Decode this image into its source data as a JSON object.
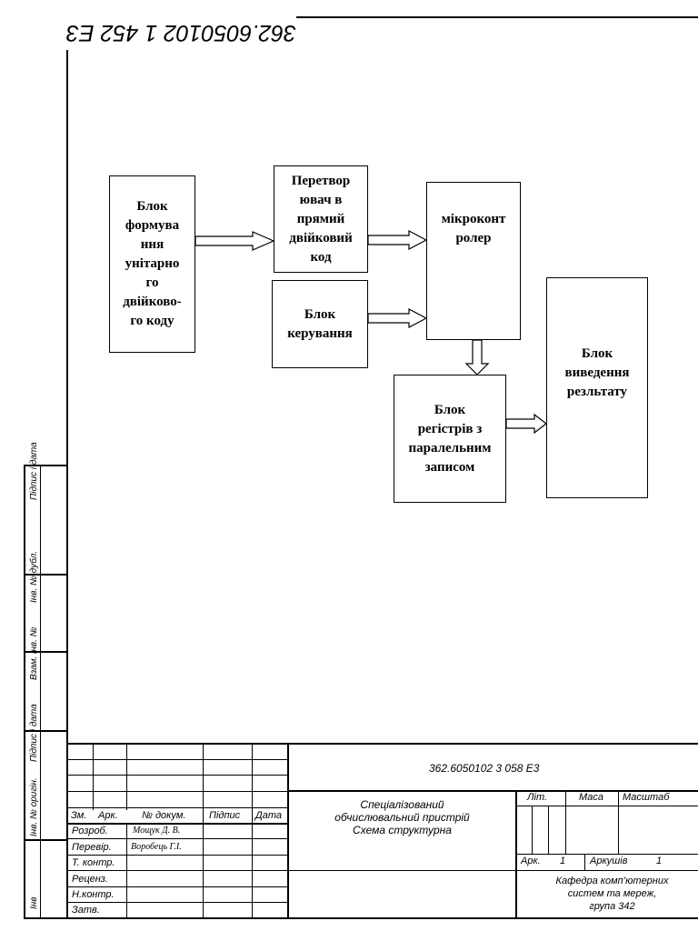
{
  "top_code": "362.6050102 1 452 Е3",
  "blocks": {
    "b1": "Блок\nформува\nння\nунітарно\nго\nдвійково-\nго коду",
    "b2": "Перетвор\nювач в\nпрямий\nдвійковий\nкод",
    "b3": "Блок\nкерування",
    "b4": "мікроконт\nролер",
    "b5": "Блок\nрегістрів з\nпаралельним\nзаписом",
    "b6": "Блок\nвиведення\nрезльтату"
  },
  "side_labels": {
    "pidpys_data_1": "Підпис і дата",
    "inv_dubl": "Інв. № дубл.",
    "vzam_inv": "Взам. інв. №",
    "pidpys_data_2": "Підпис і дата",
    "inv_orig": "Інв. № оригін."
  },
  "stamp": {
    "doc_code": "362.6050102 3 058 Е3",
    "headers": {
      "zm": "Зм.",
      "ark": "Арк.",
      "doc": "№ докум.",
      "pidpys": "Підпис",
      "data": "Дата"
    },
    "roles": [
      "Розроб.",
      "Перевір.",
      "Т. контр.",
      "Реценз.",
      "Н.контр.",
      "Затв."
    ],
    "names": {
      "rozrob": "Мощук Д. В.",
      "perevir": "Воробець Г.І."
    },
    "title_lines": [
      "Спеціалізований",
      "обчислювальний пристрій",
      "Схема структурна"
    ],
    "lit": "Літ.",
    "masa": "Маса",
    "masshtab": "Масштаб",
    "ark_label": "Арк.",
    "ark_value": "1",
    "arkushiv_label": "Аркушів",
    "arkushiv_value": "1",
    "org_lines": [
      "Кафедра комп’ютерних",
      "систем та мереж,",
      "група 342"
    ]
  }
}
